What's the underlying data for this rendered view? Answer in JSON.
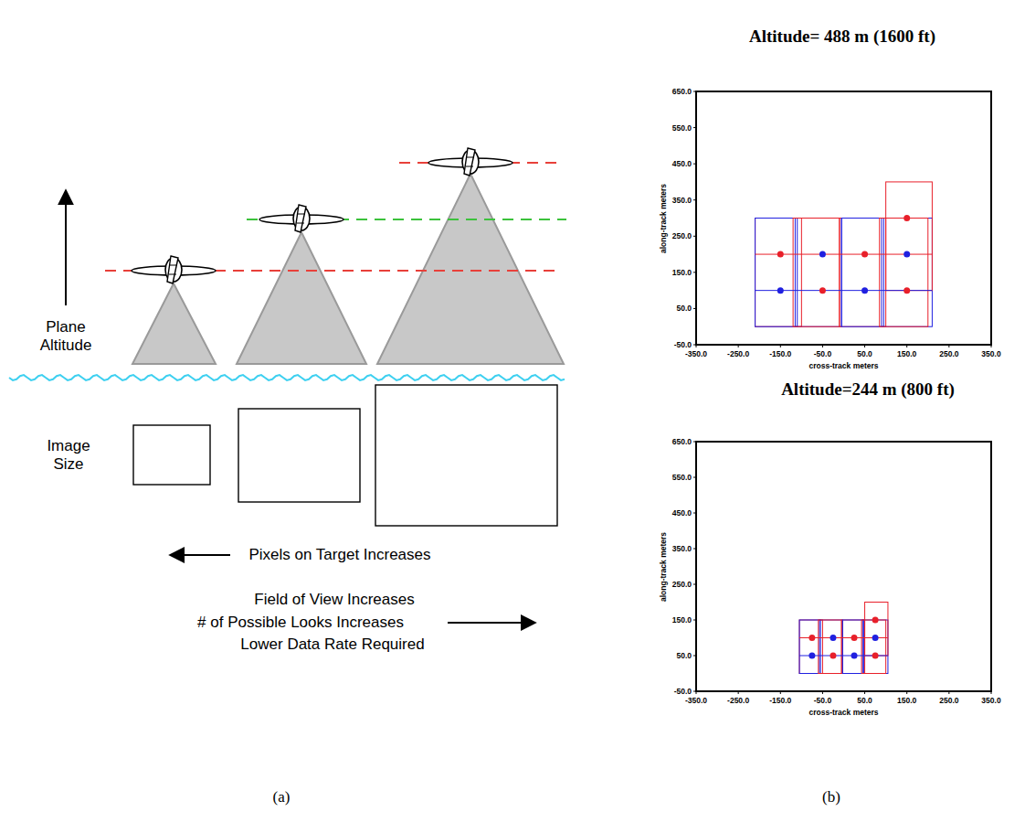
{
  "diagram": {
    "labels": [
      "Plane Altitude",
      "Image Size",
      "Pixels on Target Increases",
      "Field of View Increases",
      "# of Possible Looks Increases",
      "Lower Data Rate Required",
      "(a)",
      "(b)",
      "Altitude= 488 m (1600 ft)",
      "Altitude=244 m (800 ft)",
      "650.0",
      "550.0",
      "450.0",
      "350.0",
      "250.0",
      "150.0",
      "50.0",
      "-50.0",
      "-350.0",
      "-250.0",
      "-150.0",
      "-50.0",
      "50.0",
      "150.0",
      "250.0",
      "350.0",
      "along-track meters",
      "cross-track meters",
      "650.0",
      "550.0",
      "450.0",
      "350.0",
      "250.0",
      "150.0",
      "50.0",
      "-50.0",
      "-350.0",
      "-250.0",
      "-150.0",
      "-50.0",
      "50.0",
      "150.0",
      "250.0",
      "350.0",
      "along-track meters",
      "cross-track meters"
    ]
  }
}
